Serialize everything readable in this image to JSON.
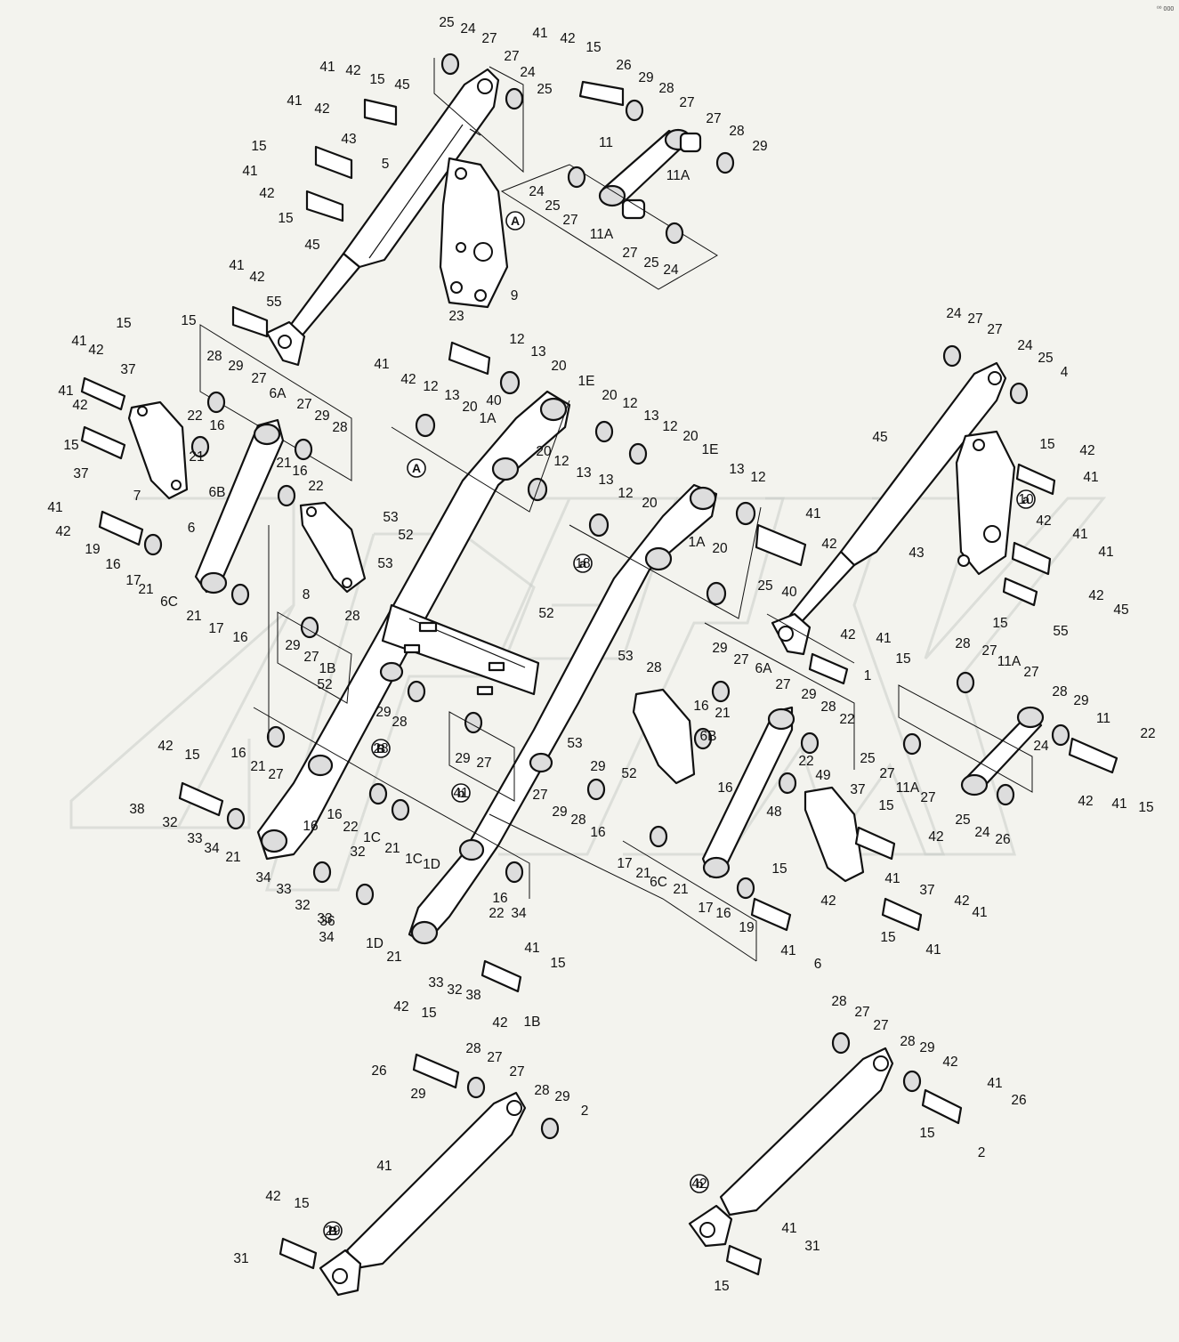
{
  "diagram": {
    "page_code": "⁰⁰ 000",
    "watermark_text": "OPEX",
    "callouts": [
      {
        "id": "A1",
        "text": "A"
      },
      {
        "id": "A2",
        "text": "A"
      },
      {
        "id": "a1",
        "text": "a"
      },
      {
        "id": "a2",
        "text": "a"
      },
      {
        "id": "B1",
        "text": "B"
      },
      {
        "id": "B2",
        "text": "B"
      },
      {
        "id": "b1",
        "text": "b"
      },
      {
        "id": "b2",
        "text": "b"
      }
    ],
    "labels": [
      "25",
      "24",
      "27",
      "27",
      "24",
      "25",
      "41",
      "42",
      "15",
      "26",
      "29",
      "28",
      "27",
      "41",
      "42",
      "15",
      "45",
      "41",
      "42",
      "15",
      "43",
      "5",
      "41",
      "42",
      "15",
      "45",
      "11",
      "11A",
      "27",
      "28",
      "29",
      "24",
      "25",
      "27",
      "11A",
      "27",
      "25",
      "24",
      "A",
      "9",
      "41",
      "42",
      "15",
      "55",
      "15",
      "41",
      "42",
      "37",
      "41",
      "42",
      "15",
      "37",
      "7",
      "28",
      "29",
      "27",
      "6A",
      "22",
      "16",
      "21",
      "6B",
      "27",
      "29",
      "28",
      "21",
      "16",
      "22",
      "41",
      "42",
      "19",
      "16",
      "17",
      "21",
      "6C",
      "6",
      "8",
      "53",
      "52",
      "53",
      "21",
      "17",
      "16",
      "23",
      "41",
      "42",
      "40",
      "12",
      "13",
      "20",
      "12",
      "13",
      "20",
      "1A",
      "A",
      "1E",
      "20",
      "12",
      "13",
      "12",
      "20",
      "1E",
      "20",
      "12",
      "13",
      "13",
      "12",
      "20",
      "1A",
      "20",
      "13",
      "12",
      "a",
      "18",
      "41",
      "42",
      "40",
      "25",
      "24",
      "27",
      "27",
      "24",
      "25",
      "4",
      "45",
      "15",
      "42",
      "41",
      "a",
      "10",
      "43",
      "42",
      "41",
      "41",
      "42",
      "45",
      "15",
      "55",
      "42",
      "41",
      "15",
      "1",
      "52",
      "28",
      "29",
      "27",
      "1B",
      "52",
      "53",
      "28",
      "29",
      "27",
      "6A",
      "27",
      "29",
      "28",
      "22",
      "16",
      "21",
      "6B",
      "16",
      "22",
      "49",
      "52",
      "53",
      "29",
      "28",
      "27",
      "11A",
      "27",
      "28",
      "29",
      "11",
      "24",
      "25",
      "27",
      "11A",
      "27",
      "25",
      "24",
      "26",
      "42",
      "41",
      "15",
      "22",
      "16",
      "21",
      "27",
      "29",
      "28",
      "B",
      "28",
      "29",
      "27",
      "b",
      "41",
      "42",
      "15",
      "38",
      "32",
      "33",
      "34",
      "21",
      "16",
      "22",
      "1C",
      "16",
      "21",
      "1C",
      "1D",
      "34",
      "33",
      "32",
      "36",
      "32",
      "33",
      "34",
      "1D",
      "21",
      "16",
      "22",
      "34",
      "33",
      "32",
      "38",
      "42",
      "41",
      "15",
      "1B",
      "27",
      "29",
      "28",
      "16",
      "17",
      "21",
      "6C",
      "21",
      "17",
      "16",
      "19",
      "15",
      "42",
      "41",
      "6",
      "48",
      "37",
      "15",
      "42",
      "41",
      "37",
      "42",
      "41",
      "15",
      "41",
      "42",
      "15",
      "26",
      "29",
      "28",
      "27",
      "27",
      "28",
      "29",
      "2",
      "41",
      "42",
      "15",
      "31",
      "B",
      "29",
      "28",
      "27",
      "27",
      "28",
      "29",
      "42",
      "41",
      "26",
      "15",
      "2",
      "b",
      "42",
      "41",
      "31",
      "15"
    ]
  }
}
